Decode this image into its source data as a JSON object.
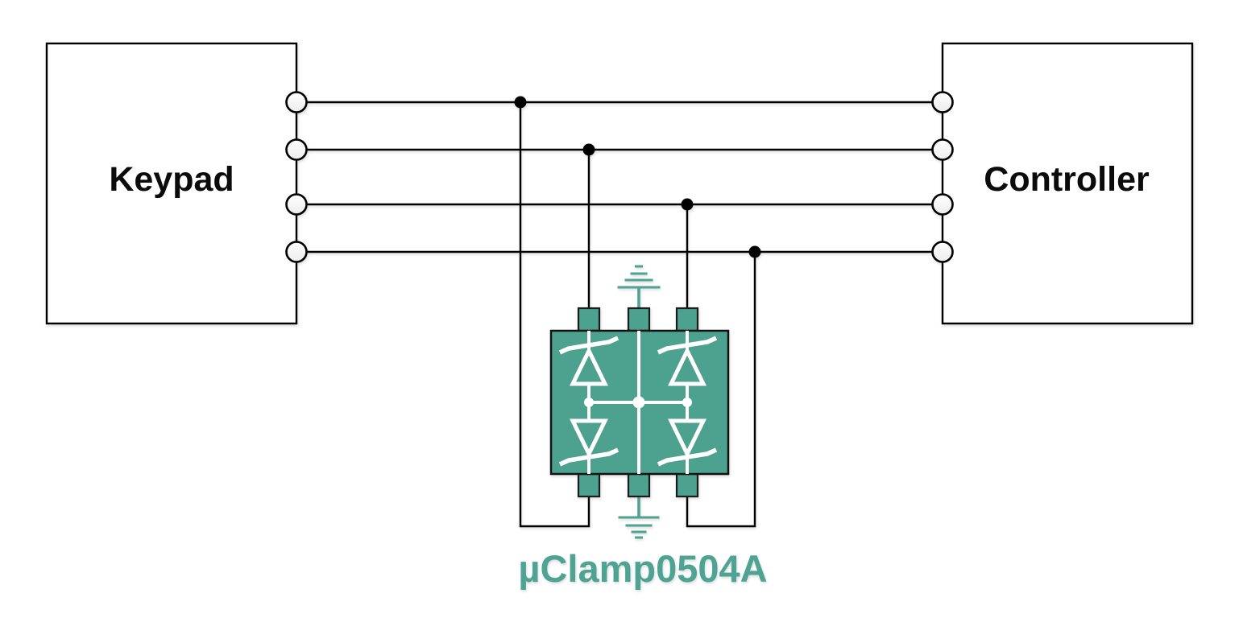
{
  "colors": {
    "background": "#FFFFFF",
    "ink": "#000000",
    "teal": "#4FA392",
    "teal_fill": "#4DA18F"
  },
  "blocks": {
    "keypad": {
      "label": "Keypad"
    },
    "controller": {
      "label": "Controller"
    }
  },
  "device": {
    "part_label": "µClamp0504A",
    "signal_lines": 4,
    "top_pins": 3,
    "bottom_pins": 3,
    "ground_symbols": 2
  }
}
